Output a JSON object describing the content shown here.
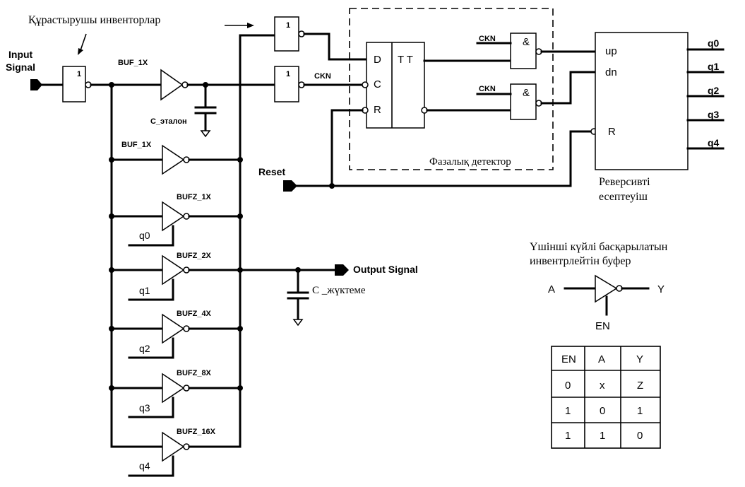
{
  "title": "Құрастырушы инвенторлар",
  "input_label_1": "Input",
  "input_label_2": "Signal",
  "reset_label": "Reset",
  "output_label": "Output Signal",
  "inv_label": "1",
  "buf_main": "BUF_1X",
  "c_etalon": "C_эталон",
  "buf_1x": "BUF_1X",
  "bufz_labels": [
    "BUFZ_1X",
    "BUFZ_2X",
    "BUFZ_4X",
    "BUFZ_8X",
    "BUFZ_16X"
  ],
  "q_labels": [
    "q0",
    "q1",
    "q2",
    "q3",
    "q4"
  ],
  "ckn": "CKN",
  "and_label": "&",
  "ff": {
    "d": "D",
    "c": "C",
    "r": "R",
    "tt": "T T"
  },
  "phase_detector": "Фазалық детектор",
  "c_load": "C _жүктеме",
  "counter": {
    "up": "up",
    "dn": "dn",
    "r": "R",
    "name_1": "Реверсивті",
    "name_2": "есептеуіш"
  },
  "legend": {
    "title_1": "Үшінші күйлі басқарылатын",
    "title_2": "инвентрлейтін буфер",
    "a": "A",
    "y": "Y",
    "en": "EN"
  },
  "truth_table": {
    "headers": [
      "EN",
      "A",
      "Y"
    ],
    "rows": [
      [
        "0",
        "x",
        "Z"
      ],
      [
        "1",
        "0",
        "1"
      ],
      [
        "1",
        "1",
        "0"
      ]
    ]
  }
}
